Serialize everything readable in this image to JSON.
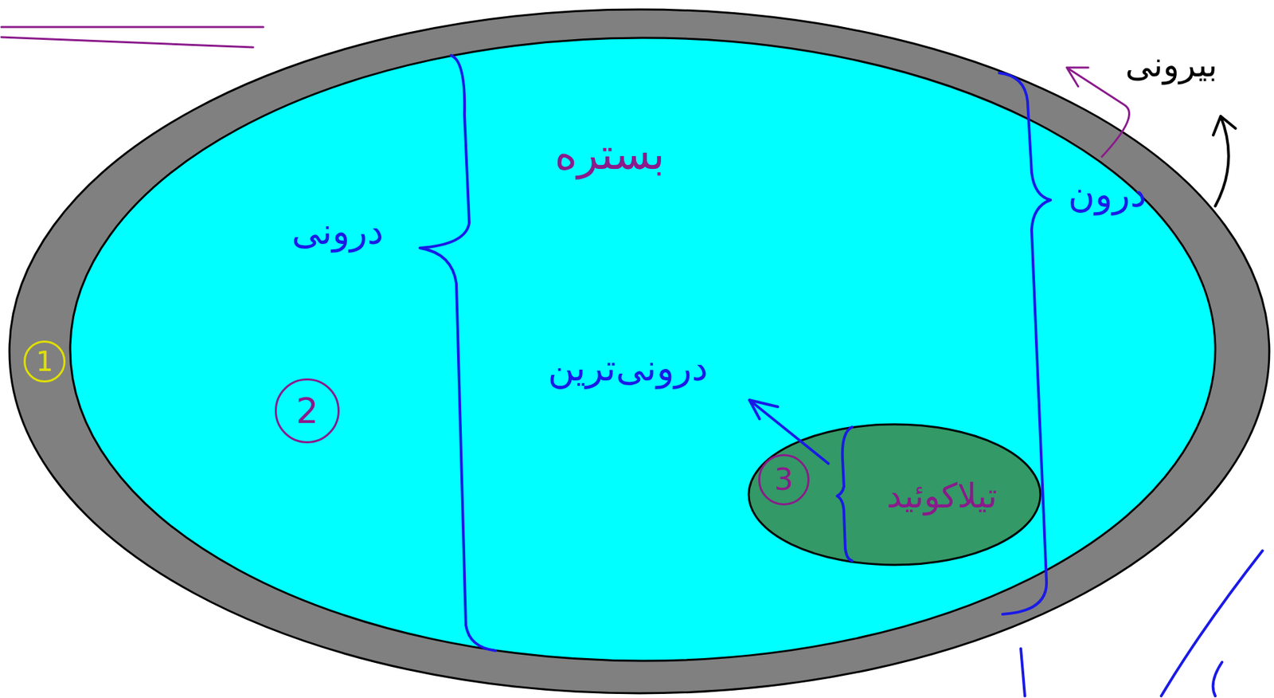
{
  "diagram": {
    "nodes": [
      {
        "text": [
          "1"
        ]
      },
      {
        "text": [
          "بستره",
          "2"
        ],
        "in": 0
      },
      {
        "text": [
          "3",
          "تیلاکوئید"
        ],
        "in": 1
      }
    ],
    "labels": [
      "درونی",
      "درونی‌ترین",
      "درون",
      "بیرونی"
    ]
  }
}
